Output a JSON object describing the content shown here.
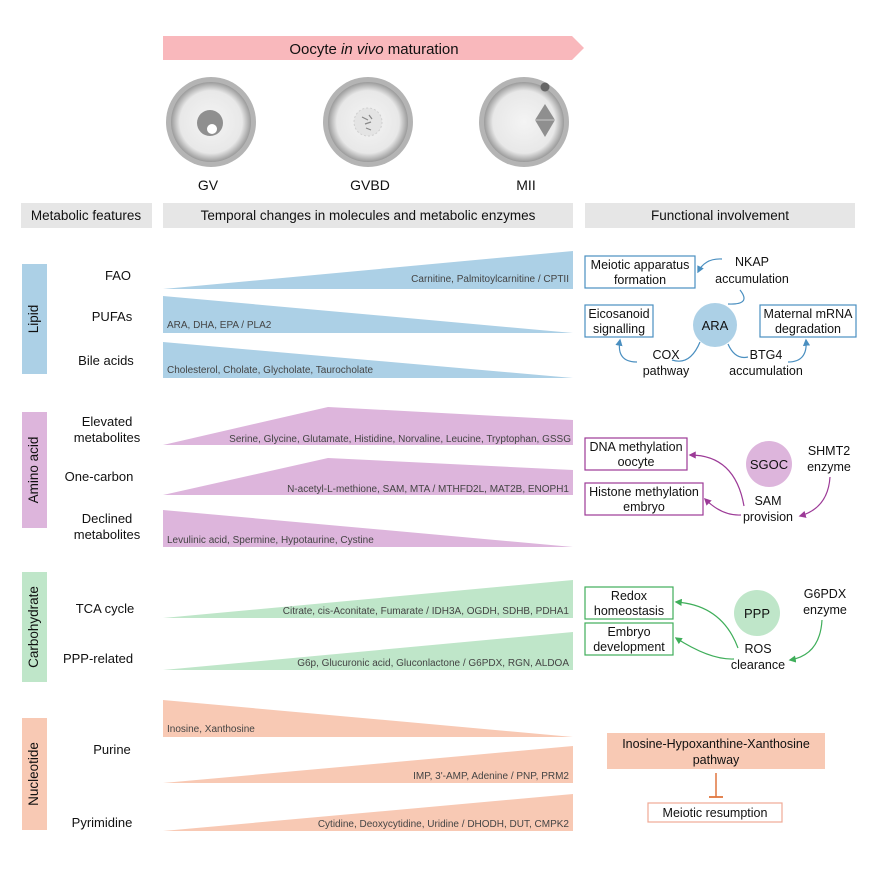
{
  "title": {
    "before": "Oocyte ",
    "italic": "in vivo",
    "after": " maturation"
  },
  "stages": [
    "GV",
    "GVBD",
    "MII"
  ],
  "headers": {
    "features": "Metabolic features",
    "temporal": "Temporal changes in molecules and metabolic enzymes",
    "functional": "Functional involvement"
  },
  "categories": {
    "lipid": "Lipid",
    "amino": "Amino acid",
    "carb": "Carbohydrate",
    "nucleotide": "Nucleotide"
  },
  "rows": {
    "fao": {
      "label": "FAO",
      "text": "Carnitine, Palmitoylcarnitine / CPTII"
    },
    "pufa": {
      "label": "PUFAs",
      "text": "ARA, DHA, EPA / PLA2"
    },
    "bile": {
      "label": "Bile acids",
      "text": "Cholesterol, Cholate, Glycholate, Taurocholate"
    },
    "elevated": {
      "label1": "Elevated",
      "label2": "metabolites",
      "text": "Serine, Glycine, Glutamate, Histidine, Norvaline, Leucine, Tryptophan, GSSG"
    },
    "onecarbon": {
      "label": "One-carbon",
      "text": "N-acetyl-L-methione, SAM, MTA / MTHFD2L, MAT2B, ENOPH1"
    },
    "declined": {
      "label1": "Declined",
      "label2": "metabolites",
      "text": "Levulinic acid, Spermine, Hypotaurine, Cystine"
    },
    "tca": {
      "label": "TCA cycle",
      "text": "Citrate, cis-Aconitate, Fumarate / IDH3A, OGDH, SDHB, PDHA1"
    },
    "ppp": {
      "label": "PPP-related",
      "text": "G6p, Glucuronic acid, Gluconlactone / G6PDX, RGN, ALDOA"
    },
    "purine_down": {
      "text": "Inosine, Xanthosine"
    },
    "purine": {
      "label": "Purine",
      "text": "IMP, 3'-AMP, Adenine / PNP, PRM2"
    },
    "pyrimidine": {
      "label": "Pyrimidine",
      "text": "Cytidine, Deoxycytidine, Uridine / DHODH, DUT, CMPK2"
    }
  },
  "functional": {
    "lipid": {
      "meiotic1": "Meiotic apparatus",
      "meiotic2": "formation",
      "nkap1": "NKAP",
      "nkap2": "accumulation",
      "eico1": "Eicosanoid",
      "eico2": "signalling",
      "ara": "ARA",
      "maternal1": "Maternal mRNA",
      "maternal2": "degradation",
      "cox1": "COX",
      "cox2": "pathway",
      "btg1": "BTG4",
      "btg2": "accumulation"
    },
    "amino": {
      "dna1": "DNA methylation",
      "dna2": "oocyte",
      "sgoc": "SGOC",
      "shmt1": "SHMT2",
      "shmt2": "enzyme",
      "histone1": "Histone methylation",
      "histone2": "embryo",
      "sam1": "SAM",
      "sam2": "provision"
    },
    "carb": {
      "redox1": "Redox",
      "redox2": "homeostasis",
      "ppp": "PPP",
      "g6pdx1": "G6PDX",
      "g6pdx2": "enzyme",
      "embryo1": "Embryo",
      "embryo2": "development",
      "ros1": "ROS",
      "ros2": "clearance"
    },
    "nucleotide": {
      "path1": "Inosine-Hypoxanthine-Xanthosine",
      "path2": "pathway",
      "meiotic": "Meiotic resumption"
    }
  },
  "colors": {
    "lipid": "#acd0e6",
    "amino": "#ddb5dc",
    "carb": "#bfe6c9",
    "nucleotide": "#f8c9b4",
    "arrow": "#f9b8bc",
    "header": "#e6e6e6",
    "lipid_line": "#4a8fc0",
    "amino_line": "#9c3a97",
    "carb_line": "#3fae5a",
    "nuc_line": "#e0763f"
  }
}
